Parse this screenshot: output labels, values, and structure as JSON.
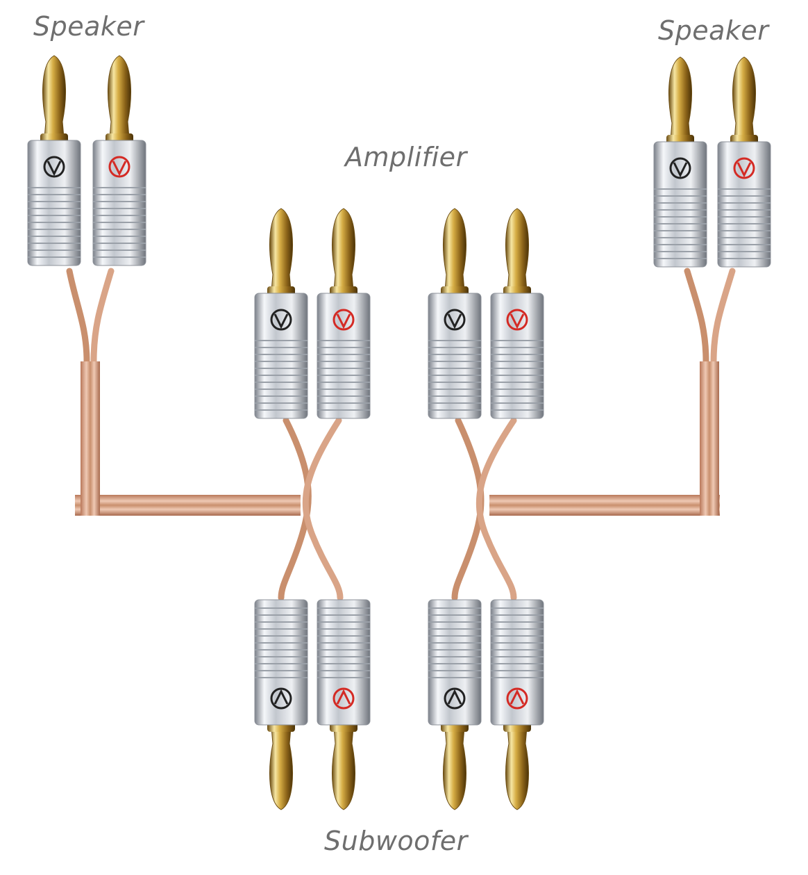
{
  "labels": {
    "speaker_left": "Speaker",
    "speaker_right": "Speaker",
    "amplifier": "Amplifier",
    "subwoofer": "Subwoofer"
  },
  "colors": {
    "wire_copper": "#c98f6d",
    "wire_highlight": "#e8bfa6",
    "gold_tip": "#c9a13a",
    "chrome": "#c7cbd1",
    "logo_black": "#222222",
    "logo_red": "#d42a24"
  },
  "connectors": [
    {
      "group": "speaker-left",
      "polarity": "negative",
      "logo_color": "black",
      "orientation": "up"
    },
    {
      "group": "speaker-left",
      "polarity": "positive",
      "logo_color": "red",
      "orientation": "up"
    },
    {
      "group": "speaker-right",
      "polarity": "negative",
      "logo_color": "black",
      "orientation": "up"
    },
    {
      "group": "speaker-right",
      "polarity": "positive",
      "logo_color": "red",
      "orientation": "up"
    },
    {
      "group": "amplifier-a",
      "polarity": "negative",
      "logo_color": "black",
      "orientation": "up"
    },
    {
      "group": "amplifier-a",
      "polarity": "positive",
      "logo_color": "red",
      "orientation": "up"
    },
    {
      "group": "amplifier-b",
      "polarity": "negative",
      "logo_color": "black",
      "orientation": "up"
    },
    {
      "group": "amplifier-b",
      "polarity": "positive",
      "logo_color": "red",
      "orientation": "up"
    },
    {
      "group": "subwoofer-a",
      "polarity": "negative",
      "logo_color": "black",
      "orientation": "down"
    },
    {
      "group": "subwoofer-a",
      "polarity": "positive",
      "logo_color": "red",
      "orientation": "down"
    },
    {
      "group": "subwoofer-b",
      "polarity": "negative",
      "logo_color": "black",
      "orientation": "down"
    },
    {
      "group": "subwoofer-b",
      "polarity": "positive",
      "logo_color": "red",
      "orientation": "down"
    }
  ]
}
